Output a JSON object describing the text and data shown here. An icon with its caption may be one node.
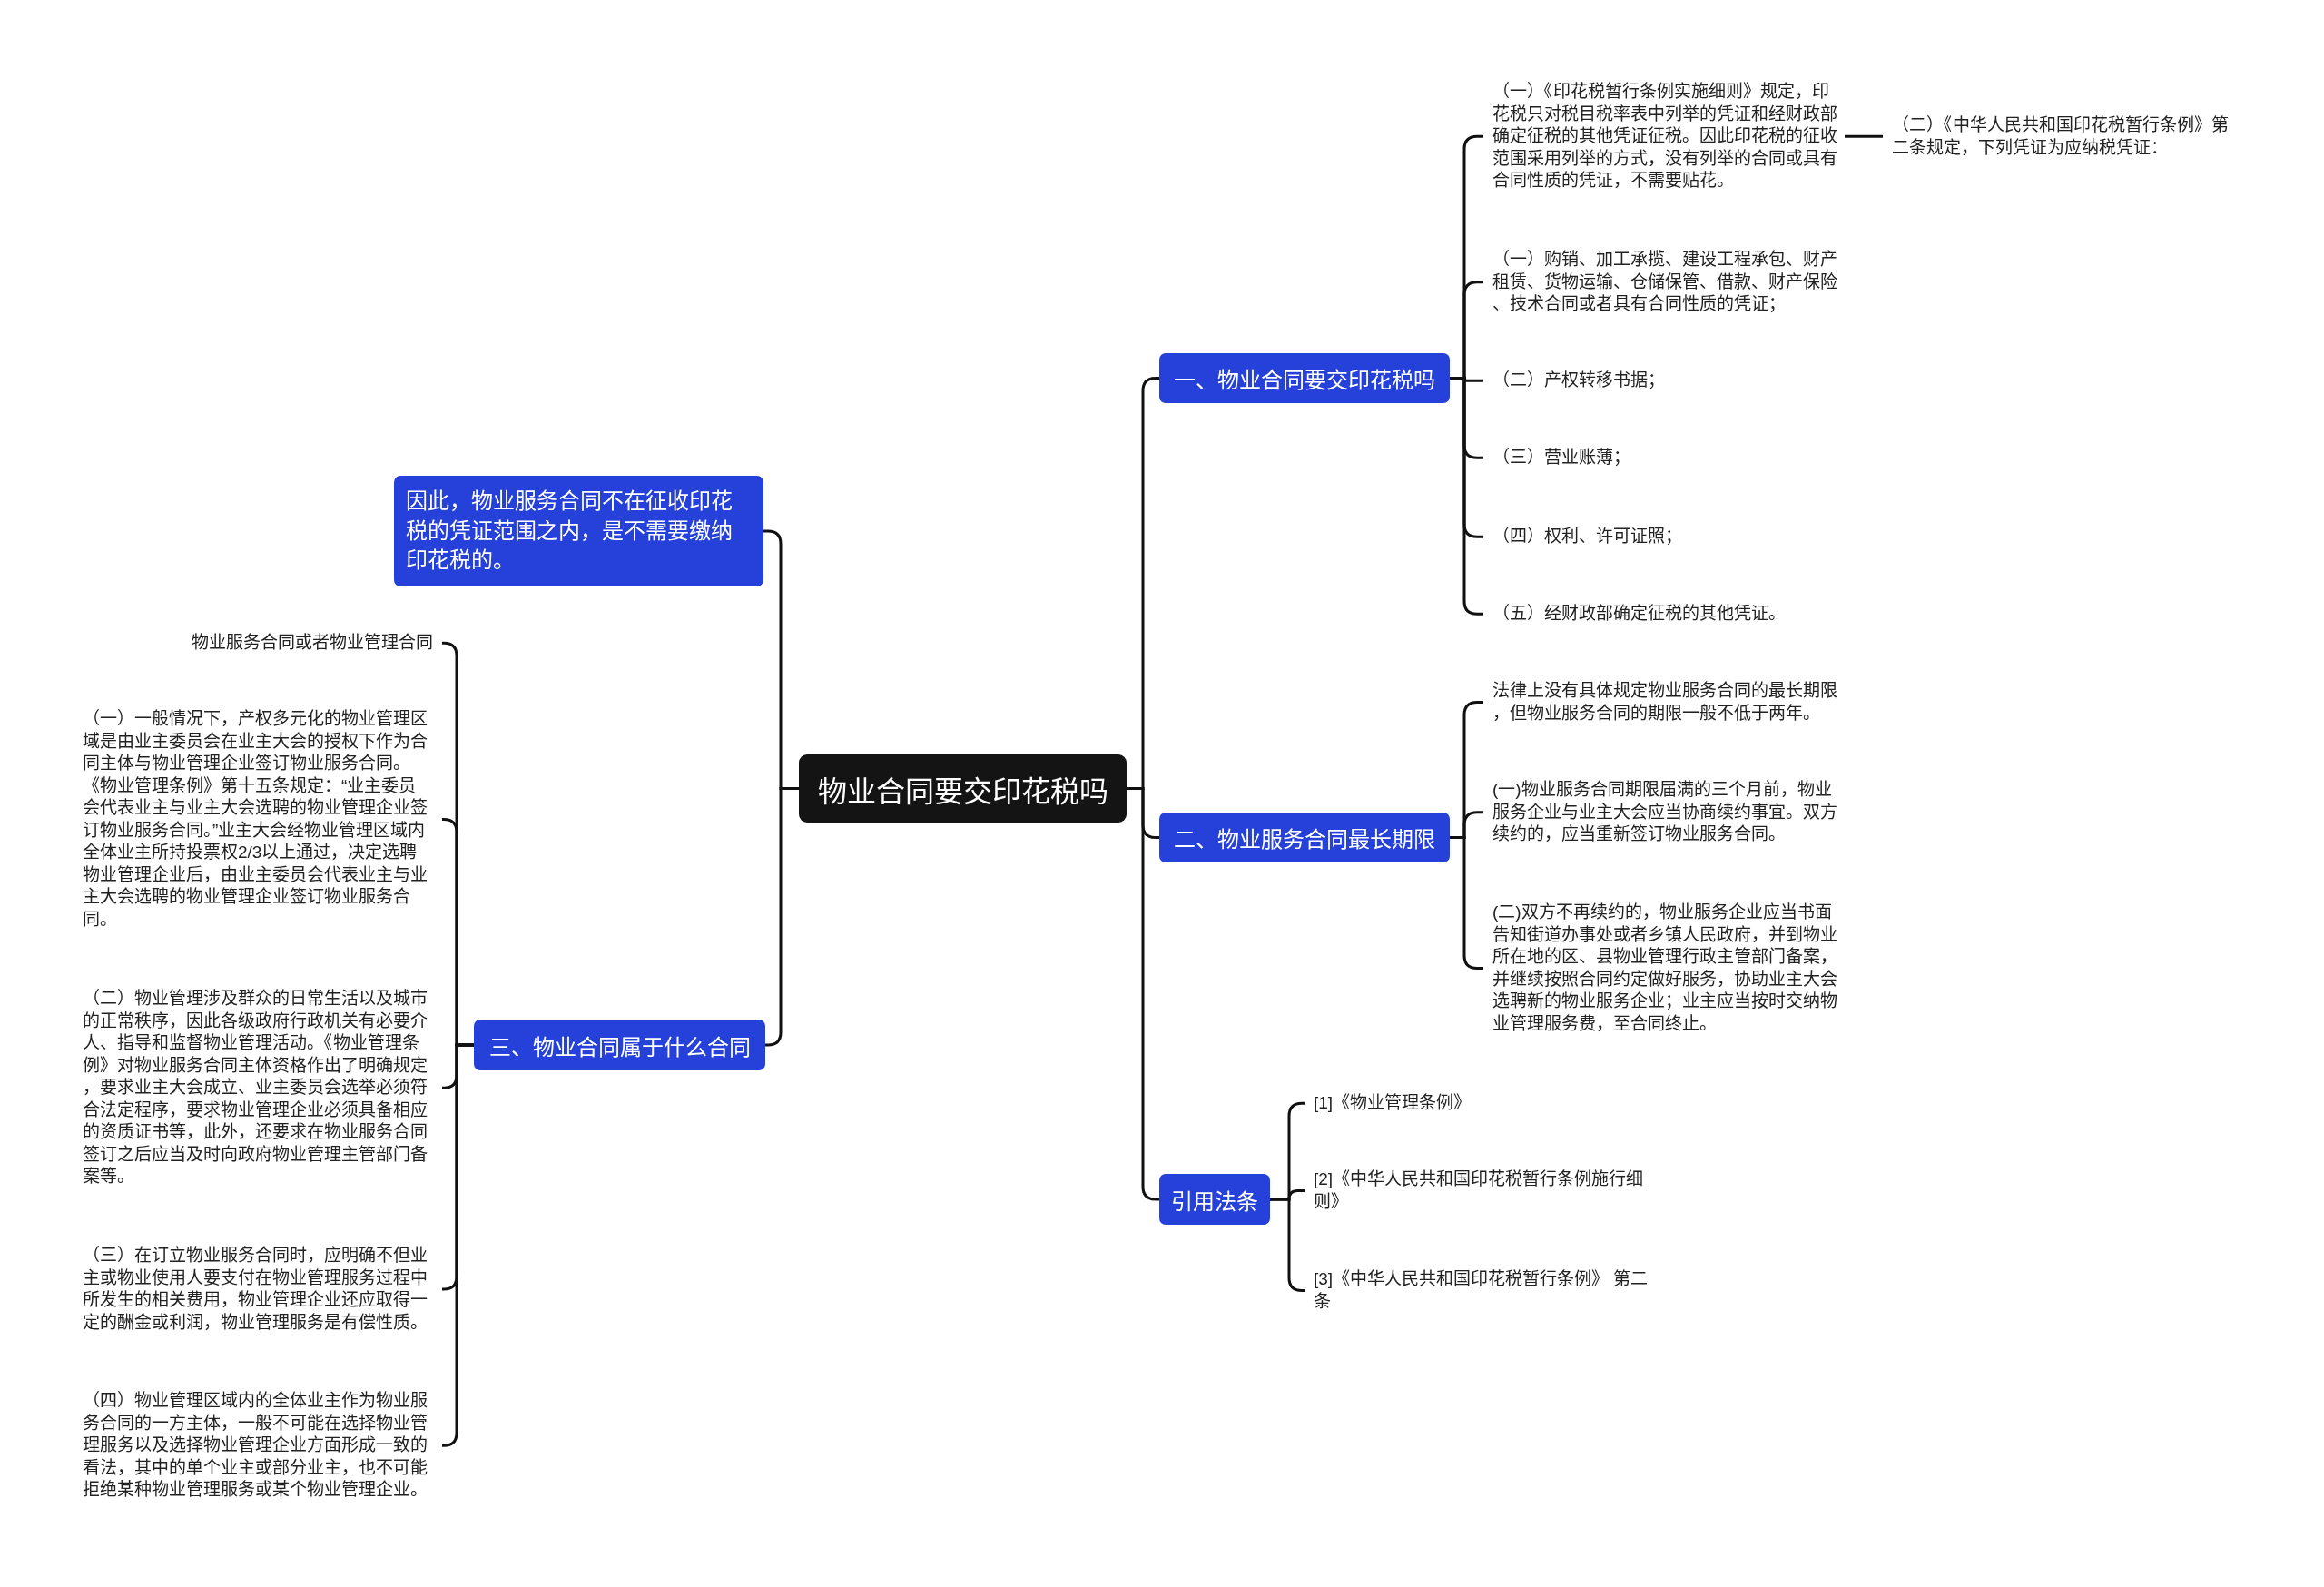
{
  "diagram": {
    "nodes": [
      {
        "text": [
          "物业合同要交印花税吗"
        ]
      },
      {
        "text": [
          "因此，物业服务合同不在征收印花税的凭证范围之内，是不需要缴纳印花税的。"
        ]
      },
      {
        "text": [
          "三、物业合同属于什么合同"
        ]
      },
      {
        "text": [
          "物业服务合同或者物业管理合同"
        ]
      },
      {
        "text": [
          "（一）一般情况下，产权多元化的物业管理区域是由业主委员会在业主大会的授权下作为合同主体与物业管理企业签订物业服务合同。《物业管理条例》第十五条规定：“业主委员会代表业主与业主大会选聘的物业管理企业签订物业服务合同。”业主大会经物业管理区域内全体业主所持投票权2/3以上通过，决定选聘物业管理企业后，由业主委员会代表业主与业主大会选聘的物业管理企业签订物业服务合同。"
        ]
      },
      {
        "text": [
          "（二）物业管理涉及群众的日常生活以及城市的正常秩序，因此各级政府行政机关有必要介人、指导和监督物业管理活动。《物业管理条例》对物业服务合同主体资格作出了明确规定，要求业主大会成立、业主委员会选举必须符合法定程序，要求物业管理企业必须具备相应的资质证书等，此外，还要求在物业服务合同签订之后应当及时向政府物业管理主管部门备案等。"
        ]
      },
      {
        "text": [
          "（三）在订立物业服务合同时，应明确不但业主或物业使用人要支付在物业管理服务过程中所发生的相关费用，物业管理企业还应取得一定的酬金或利润，物业管理服务是有偿性质。"
        ]
      },
      {
        "text": [
          "（四）物业管理区域内的全体业主作为物业服务合同的一方主体，一般不可能在选择物业管理服务以及选择物业管理企业方面形成一致的看法，其中的单个业主或部分业主，也不可能拒绝某种物业管理服务或某个物业管理企业。"
        ]
      },
      {
        "text": [
          "一、物业合同要交印花税吗"
        ]
      },
      {
        "text": [
          "（一）《印花税暂行条例实施细则》规定，印花税只对税目税率表中列举的凭证和经财政部确定征税的其他凭证征税。因此印花税的征收范围采用列举的方式，没有列举的合同或具有合同性质的凭证，不需要贴花。"
        ]
      },
      {
        "text": [
          "（二）《中华人民共和国印花税暂行条例》第二条规定，下列凭证为应纳税凭证："
        ]
      },
      {
        "text": [
          "（一）购销、加工承揽、建设工程承包、财产租赁、货物运输、仓储保管、借款、财产保险、技术合同或者具有合同性质的凭证；"
        ]
      },
      {
        "text": [
          "（二）产权转移书据；"
        ]
      },
      {
        "text": [
          "（三）营业账薄；"
        ]
      },
      {
        "text": [
          "（四）权利、许可证照；"
        ]
      },
      {
        "text": [
          "（五）经财政部确定征税的其他凭证。"
        ]
      },
      {
        "text": [
          "二、物业服务合同最长期限"
        ]
      },
      {
        "text": [
          "法律上没有具体规定物业服务合同的最长期限，但物业服务合同的期限一般不低于两年。"
        ]
      },
      {
        "text": [
          "(一)物业服务合同期限届满的三个月前，物业服务企业与业主大会应当协商续约事宜。双方续约的，应当重新签订物业服务合同。"
        ]
      },
      {
        "text": [
          "(二)双方不再续约的，物业服务企业应当书面告知街道办事处或者乡镇人民政府，并到物业所在地的区、县物业管理行政主管部门备案，并继续按照合同约定做好服务，协助业主大会选聘新的物业服务企业；业主应当按时交纳物业管理服务费，至合同终止。"
        ]
      },
      {
        "text": [
          "引用法条"
        ]
      },
      {
        "text": [
          "[1]《物业管理条例》"
        ]
      },
      {
        "text": [
          "[2]《中华人民共和国印花税暂行条例施行细则》"
        ]
      },
      {
        "text": [
          "[3]《中华人民共和国印花税暂行条例》 第二条"
        ]
      }
    ],
    "edges": [
      {
        "from": 0,
        "to": 1,
        "arrow": "none"
      },
      {
        "from": 0,
        "to": 2,
        "arrow": "none"
      },
      {
        "from": 2,
        "to": 3,
        "arrow": "none"
      },
      {
        "from": 2,
        "to": 4,
        "arrow": "none"
      },
      {
        "from": 2,
        "to": 5,
        "arrow": "none"
      },
      {
        "from": 2,
        "to": 6,
        "arrow": "none"
      },
      {
        "from": 2,
        "to": 7,
        "arrow": "none"
      },
      {
        "from": 0,
        "to": 8,
        "arrow": "none"
      },
      {
        "from": 8,
        "to": 9,
        "arrow": "none"
      },
      {
        "from": 9,
        "to": 10,
        "arrow": "none"
      },
      {
        "from": 8,
        "to": 11,
        "arrow": "none"
      },
      {
        "from": 8,
        "to": 12,
        "arrow": "none"
      },
      {
        "from": 8,
        "to": 13,
        "arrow": "none"
      },
      {
        "from": 8,
        "to": 14,
        "arrow": "none"
      },
      {
        "from": 8,
        "to": 15,
        "arrow": "none"
      },
      {
        "from": 0,
        "to": 16,
        "arrow": "none"
      },
      {
        "from": 16,
        "to": 17,
        "arrow": "none"
      },
      {
        "from": 16,
        "to": 18,
        "arrow": "none"
      },
      {
        "from": 16,
        "to": 19,
        "arrow": "none"
      },
      {
        "from": 0,
        "to": 20,
        "arrow": "none"
      },
      {
        "from": 20,
        "to": 21,
        "arrow": "none"
      },
      {
        "from": 20,
        "to": 22,
        "arrow": "none"
      },
      {
        "from": 20,
        "to": 23,
        "arrow": "none"
      }
    ]
  }
}
